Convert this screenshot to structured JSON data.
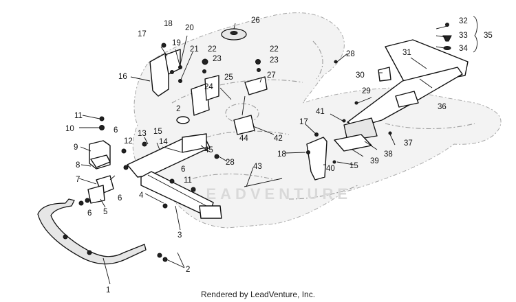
{
  "footer": {
    "rendered_by": "Rendered by LeadVenture, Inc."
  },
  "watermark": {
    "text": "LEADVENTURE"
  },
  "callouts": [
    {
      "id": "c1",
      "label": "1"
    },
    {
      "id": "c2",
      "label": "2"
    },
    {
      "id": "c2b",
      "label": "2"
    },
    {
      "id": "c3",
      "label": "3"
    },
    {
      "id": "c4",
      "label": "4"
    },
    {
      "id": "c5",
      "label": "5"
    },
    {
      "id": "c6a",
      "label": "6"
    },
    {
      "id": "c6b",
      "label": "6"
    },
    {
      "id": "c6c",
      "label": "6"
    },
    {
      "id": "c6d",
      "label": "6"
    },
    {
      "id": "c7",
      "label": "7"
    },
    {
      "id": "c8",
      "label": "8"
    },
    {
      "id": "c9",
      "label": "9"
    },
    {
      "id": "c10",
      "label": "10"
    },
    {
      "id": "c11a",
      "label": "11"
    },
    {
      "id": "c11b",
      "label": "11"
    },
    {
      "id": "c12",
      "label": "12"
    },
    {
      "id": "c13",
      "label": "13"
    },
    {
      "id": "c14",
      "label": "14"
    },
    {
      "id": "c15a",
      "label": "15"
    },
    {
      "id": "c15b",
      "label": "15"
    },
    {
      "id": "c16",
      "label": "16"
    },
    {
      "id": "c17a",
      "label": "17"
    },
    {
      "id": "c17b",
      "label": "17"
    },
    {
      "id": "c18a",
      "label": "18"
    },
    {
      "id": "c18b",
      "label": "18"
    },
    {
      "id": "c19",
      "label": "19"
    },
    {
      "id": "c20",
      "label": "20"
    },
    {
      "id": "c21",
      "label": "21"
    },
    {
      "id": "c22a",
      "label": "22"
    },
    {
      "id": "c22b",
      "label": "22"
    },
    {
      "id": "c23a",
      "label": "23"
    },
    {
      "id": "c23b",
      "label": "23"
    },
    {
      "id": "c24",
      "label": "24"
    },
    {
      "id": "c25",
      "label": "25"
    },
    {
      "id": "c26",
      "label": "26"
    },
    {
      "id": "c27",
      "label": "27"
    },
    {
      "id": "c28a",
      "label": "28"
    },
    {
      "id": "c28b",
      "label": "28"
    },
    {
      "id": "c29",
      "label": "29"
    },
    {
      "id": "c30",
      "label": "30"
    },
    {
      "id": "c31",
      "label": "31"
    },
    {
      "id": "c32",
      "label": "32"
    },
    {
      "id": "c33",
      "label": "33"
    },
    {
      "id": "c34",
      "label": "34"
    },
    {
      "id": "c35",
      "label": "35"
    },
    {
      "id": "c36",
      "label": "36"
    },
    {
      "id": "c37",
      "label": "37"
    },
    {
      "id": "c38",
      "label": "38"
    },
    {
      "id": "c39",
      "label": "39"
    },
    {
      "id": "c40",
      "label": "40"
    },
    {
      "id": "c41",
      "label": "41"
    },
    {
      "id": "c42",
      "label": "42"
    },
    {
      "id": "c43",
      "label": "43"
    },
    {
      "id": "c44",
      "label": "44"
    },
    {
      "id": "c45",
      "label": "45"
    }
  ]
}
